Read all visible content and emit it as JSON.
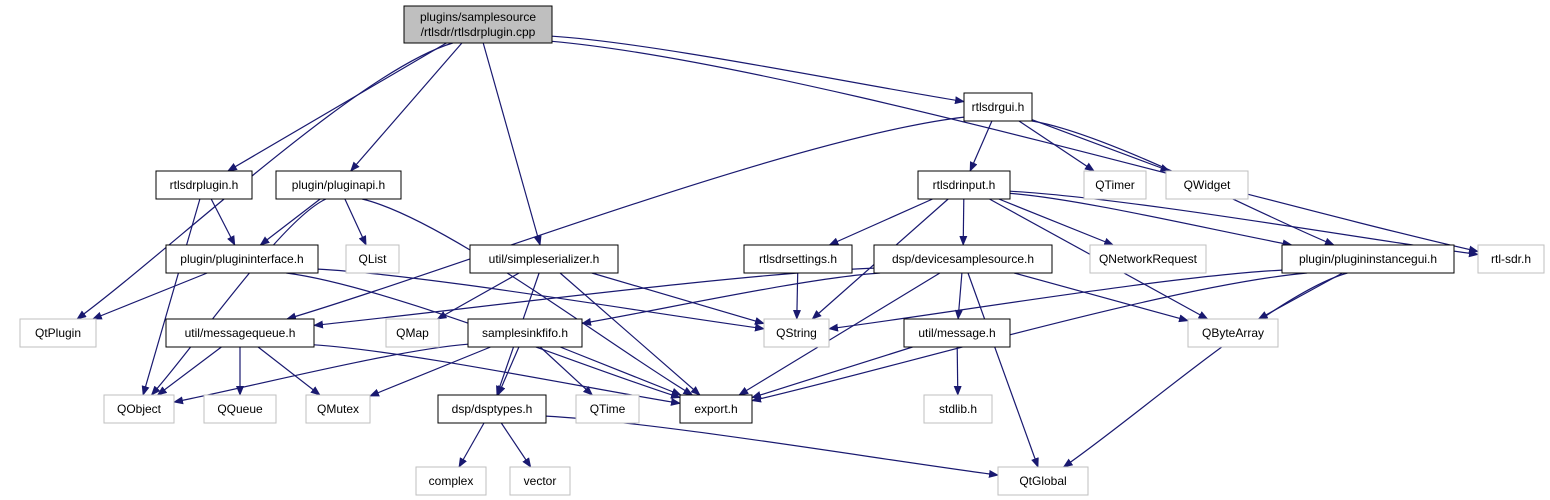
{
  "diagram": {
    "colors": {
      "edge": "#191970",
      "root_fill": "#bfbfbf",
      "internal_border": "#000000",
      "external_border": "#bfbfbf",
      "node_fill": "#ffffff"
    },
    "nodes": [
      {
        "id": "root",
        "lines": [
          "plugins/samplesource",
          "/rtlsdr/rtlsdrplugin.cpp"
        ],
        "kind": "root"
      },
      {
        "id": "rtlsdrgui_h",
        "lines": [
          "rtlsdrgui.h"
        ],
        "kind": "internal"
      },
      {
        "id": "rtlsdrplugin_h",
        "lines": [
          "rtlsdrplugin.h"
        ],
        "kind": "internal"
      },
      {
        "id": "pluginapi_h",
        "lines": [
          "plugin/pluginapi.h"
        ],
        "kind": "internal"
      },
      {
        "id": "rtlsdrinput_h",
        "lines": [
          "rtlsdrinput.h"
        ],
        "kind": "internal"
      },
      {
        "id": "qtimer",
        "lines": [
          "QTimer"
        ],
        "kind": "external"
      },
      {
        "id": "qwidget",
        "lines": [
          "QWidget"
        ],
        "kind": "external"
      },
      {
        "id": "plugininterface_h",
        "lines": [
          "plugin/plugininterface.h"
        ],
        "kind": "internal"
      },
      {
        "id": "qlist",
        "lines": [
          "QList"
        ],
        "kind": "external"
      },
      {
        "id": "simpleserializer_h",
        "lines": [
          "util/simpleserializer.h"
        ],
        "kind": "internal"
      },
      {
        "id": "rtlsdrsettings_h",
        "lines": [
          "rtlsdrsettings.h"
        ],
        "kind": "internal"
      },
      {
        "id": "devicesamplesource_h",
        "lines": [
          "dsp/devicesamplesource.h"
        ],
        "kind": "internal"
      },
      {
        "id": "qnetworkrequest",
        "lines": [
          "QNetworkRequest"
        ],
        "kind": "external"
      },
      {
        "id": "plugininstancegui_h",
        "lines": [
          "plugin/plugininstancegui.h"
        ],
        "kind": "internal"
      },
      {
        "id": "rtl_sdr_h",
        "lines": [
          "rtl-sdr.h"
        ],
        "kind": "external"
      },
      {
        "id": "qtplugin",
        "lines": [
          "QtPlugin"
        ],
        "kind": "external"
      },
      {
        "id": "messagequeue_h",
        "lines": [
          "util/messagequeue.h"
        ],
        "kind": "internal"
      },
      {
        "id": "qmap",
        "lines": [
          "QMap"
        ],
        "kind": "external"
      },
      {
        "id": "samplesinkfifo_h",
        "lines": [
          "samplesinkfifo.h"
        ],
        "kind": "internal"
      },
      {
        "id": "qstring",
        "lines": [
          "QString"
        ],
        "kind": "external"
      },
      {
        "id": "message_h",
        "lines": [
          "util/message.h"
        ],
        "kind": "internal"
      },
      {
        "id": "qbytearray",
        "lines": [
          "QByteArray"
        ],
        "kind": "external"
      },
      {
        "id": "qobject",
        "lines": [
          "QObject"
        ],
        "kind": "external"
      },
      {
        "id": "qqueue",
        "lines": [
          "QQueue"
        ],
        "kind": "external"
      },
      {
        "id": "qmutex",
        "lines": [
          "QMutex"
        ],
        "kind": "external"
      },
      {
        "id": "dsptypes_h",
        "lines": [
          "dsp/dsptypes.h"
        ],
        "kind": "internal"
      },
      {
        "id": "qtime",
        "lines": [
          "QTime"
        ],
        "kind": "external"
      },
      {
        "id": "export_h",
        "lines": [
          "export.h"
        ],
        "kind": "internal"
      },
      {
        "id": "stdlib_h",
        "lines": [
          "stdlib.h"
        ],
        "kind": "external"
      },
      {
        "id": "complex",
        "lines": [
          "complex"
        ],
        "kind": "external"
      },
      {
        "id": "vector",
        "lines": [
          "vector"
        ],
        "kind": "external"
      },
      {
        "id": "qtglobal",
        "lines": [
          "QtGlobal"
        ],
        "kind": "external"
      }
    ],
    "edges": [
      [
        "root",
        "rtlsdrgui_h"
      ],
      [
        "root",
        "rtlsdrplugin_h"
      ],
      [
        "root",
        "pluginapi_h"
      ],
      [
        "root",
        "simpleserializer_h"
      ],
      [
        "root",
        "qtplugin"
      ],
      [
        "root",
        "rtl_sdr_h"
      ],
      [
        "rtlsdrgui_h",
        "rtlsdrinput_h"
      ],
      [
        "rtlsdrgui_h",
        "qtimer"
      ],
      [
        "rtlsdrgui_h",
        "qwidget"
      ],
      [
        "rtlsdrgui_h",
        "messagequeue_h"
      ],
      [
        "rtlsdrgui_h",
        "plugininstancegui_h"
      ],
      [
        "rtlsdrplugin_h",
        "plugininterface_h"
      ],
      [
        "rtlsdrplugin_h",
        "qobject"
      ],
      [
        "pluginapi_h",
        "plugininterface_h"
      ],
      [
        "pluginapi_h",
        "qlist"
      ],
      [
        "pluginapi_h",
        "qobject"
      ],
      [
        "pluginapi_h",
        "export_h"
      ],
      [
        "plugininterface_h",
        "qtplugin"
      ],
      [
        "plugininterface_h",
        "qstring"
      ],
      [
        "plugininterface_h",
        "export_h"
      ],
      [
        "rtlsdrinput_h",
        "rtlsdrsettings_h"
      ],
      [
        "rtlsdrinput_h",
        "devicesamplesource_h"
      ],
      [
        "rtlsdrinput_h",
        "qnetworkrequest"
      ],
      [
        "rtlsdrinput_h",
        "plugininstancegui_h"
      ],
      [
        "rtlsdrinput_h",
        "rtl_sdr_h"
      ],
      [
        "rtlsdrinput_h",
        "qstring"
      ],
      [
        "rtlsdrinput_h",
        "qbytearray"
      ],
      [
        "simpleserializer_h",
        "qmap"
      ],
      [
        "simpleserializer_h",
        "qstring"
      ],
      [
        "simpleserializer_h",
        "export_h"
      ],
      [
        "simpleserializer_h",
        "dsptypes_h"
      ],
      [
        "rtlsdrsettings_h",
        "qstring"
      ],
      [
        "devicesamplesource_h",
        "messagequeue_h"
      ],
      [
        "devicesamplesource_h",
        "samplesinkfifo_h"
      ],
      [
        "devicesamplesource_h",
        "message_h"
      ],
      [
        "devicesamplesource_h",
        "qbytearray"
      ],
      [
        "devicesamplesource_h",
        "export_h"
      ],
      [
        "devicesamplesource_h",
        "qtglobal"
      ],
      [
        "plugininstancegui_h",
        "qstring"
      ],
      [
        "plugininstancegui_h",
        "qbytearray"
      ],
      [
        "plugininstancegui_h",
        "export_h"
      ],
      [
        "plugininstancegui_h",
        "qtglobal"
      ],
      [
        "messagequeue_h",
        "qobject"
      ],
      [
        "messagequeue_h",
        "qqueue"
      ],
      [
        "messagequeue_h",
        "qmutex"
      ],
      [
        "messagequeue_h",
        "export_h"
      ],
      [
        "samplesinkfifo_h",
        "qobject"
      ],
      [
        "samplesinkfifo_h",
        "qmutex"
      ],
      [
        "samplesinkfifo_h",
        "dsptypes_h"
      ],
      [
        "samplesinkfifo_h",
        "qtime"
      ],
      [
        "samplesinkfifo_h",
        "export_h"
      ],
      [
        "message_h",
        "export_h"
      ],
      [
        "message_h",
        "stdlib_h"
      ],
      [
        "dsptypes_h",
        "complex"
      ],
      [
        "dsptypes_h",
        "vector"
      ],
      [
        "dsptypes_h",
        "qtglobal"
      ]
    ]
  }
}
